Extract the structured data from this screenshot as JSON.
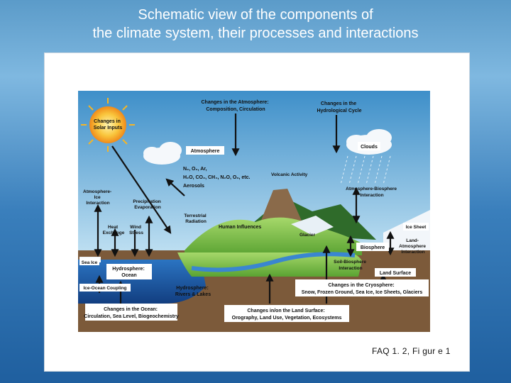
{
  "slide": {
    "title_line1": "Schematic view of the components of",
    "title_line2": "the climate system, their processes and interactions"
  },
  "figure": {
    "caption": "FAQ 1. 2,  Fi gur e  1",
    "labels": {
      "changes_solar_1": "Changes in",
      "changes_solar_2": "Solar Inputs",
      "changes_atm_1": "Changes in the Atmosphere:",
      "changes_atm_2": "Composition, Circulation",
      "changes_hydro_1": "Changes in the",
      "changes_hydro_2": "Hydrological Cycle",
      "atmosphere": "Atmosphere",
      "clouds": "Clouds",
      "gases_1": "N₂, O₂, Ar,",
      "gases_2": "H₂O, CO₂, CH₄, N₂O, O₃, etc.",
      "gases_3": "Aerosols",
      "volcanic": "Volcanic Activity",
      "atm_ice_1": "Atmosphere-",
      "atm_ice_2": "Ice",
      "atm_ice_3": "Interaction",
      "precip_1": "Precipitation",
      "precip_2": "Evaporation",
      "atm_bio_1": "Atmosphere-Biosphere",
      "atm_bio_2": "Interaction",
      "terrestrial_1": "Terrestrial",
      "terrestrial_2": "Radiation",
      "heat_1": "Heat",
      "heat_2": "Exchange",
      "wind_1": "Wind",
      "wind_2": "Stress",
      "human": "Human Influences",
      "glacier": "Glacier",
      "ice_sheet": "Ice Sheet",
      "sea_ice": "Sea Ice",
      "hydro_ocean_1": "Hydrosphere:",
      "hydro_ocean_2": "Ocean",
      "biosphere": "Biosphere",
      "land_atm_1": "Land-",
      "land_atm_2": "Atmosphere",
      "land_atm_3": "Interaction",
      "soil_bio_1": "Soil-Biosphere",
      "soil_bio_2": "Interaction",
      "land_surface": "Land Surface",
      "ice_ocean": "Ice-Ocean Coupling",
      "hydro_rivers_1": "Hydrosphere:",
      "hydro_rivers_2": "Rivers & Lakes",
      "cryo_1": "Changes in the Cryosphere:",
      "cryo_2": "Snow, Frozen Ground, Sea Ice, Ice Sheets, Glaciers",
      "ocean_changes_1": "Changes in the Ocean:",
      "ocean_changes_2": "Circulation, Sea Level, Biogeochemistry",
      "land_changes_1": "Changes in/on the Land Surface:",
      "land_changes_2": "Orography, Land Use, Vegetation, Ecosystems"
    },
    "colors": {
      "sky_top": "#3e8fc9",
      "sky_bottom": "#bfe0f2",
      "ground": "#7c5a3a",
      "land": "#7dc242",
      "ocean": "#1e5aa8",
      "sun": "#f7b126",
      "label_box": "#ffffff"
    }
  }
}
